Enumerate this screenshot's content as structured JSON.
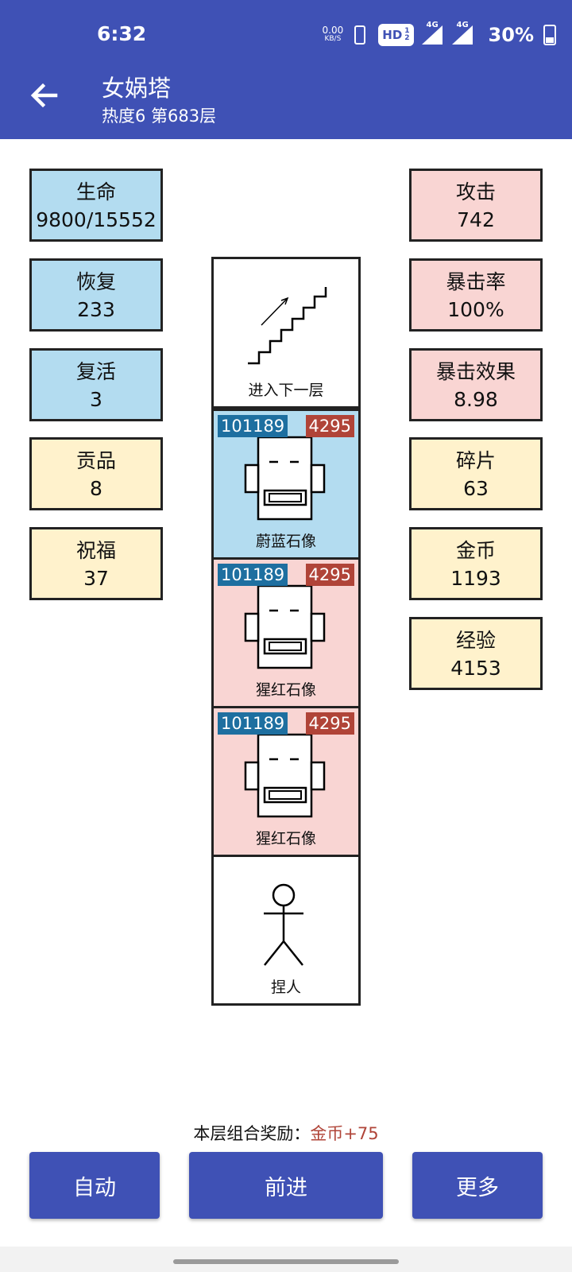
{
  "status_bar": {
    "time": "6:32",
    "net_speed": "0.00",
    "net_unit": "KB/S",
    "hd_label": "HD",
    "sim1_label": "4G",
    "sim2_label": "4G",
    "battery_text": "30%",
    "battery_level": 0.3
  },
  "header": {
    "title": "女娲塔",
    "subtitle": "热度6 第683层",
    "back_icon": "arrow-left-icon"
  },
  "left_stats": [
    {
      "label": "生命",
      "value": "9800/15552",
      "color": "#b3dcf0"
    },
    {
      "label": "恢复",
      "value": "233",
      "color": "#b3dcf0"
    },
    {
      "label": "复活",
      "value": "3",
      "color": "#b3dcf0"
    },
    {
      "label": "贡品",
      "value": "8",
      "color": "#fff2cc"
    },
    {
      "label": "祝福",
      "value": "37",
      "color": "#fff2cc"
    }
  ],
  "right_stats": [
    {
      "label": "攻击",
      "value": "742",
      "color": "#f9d5d3"
    },
    {
      "label": "暴击率",
      "value": "100%",
      "color": "#f9d5d3"
    },
    {
      "label": "暴击效果",
      "value": "8.98",
      "color": "#f9d5d3"
    },
    {
      "label": "碎片",
      "value": "63",
      "color": "#fff2cc"
    },
    {
      "label": "金币",
      "value": "1193",
      "color": "#fff2cc"
    },
    {
      "label": "经验",
      "value": "4153",
      "color": "#fff2cc"
    }
  ],
  "tower": {
    "stairs_label": "进入下一层",
    "enemies": [
      {
        "name": "蔚蓝石像",
        "hp": "101189",
        "atk": "4295",
        "bg": "#b3dcf0"
      },
      {
        "name": "猩红石像",
        "hp": "101189",
        "atk": "4295",
        "bg": "#f9d5d3"
      },
      {
        "name": "猩红石像",
        "hp": "101189",
        "atk": "4295",
        "bg": "#f9d5d3"
      }
    ],
    "player_label": "捏人"
  },
  "reward": {
    "label": "本层组合奖励：",
    "value": "金币+75"
  },
  "buttons": {
    "auto": "自动",
    "forward": "前进",
    "more": "更多"
  },
  "colors": {
    "primary": "#3f51b5",
    "hp_badge": "#1e6fa0",
    "atk_badge": "#b04438"
  }
}
